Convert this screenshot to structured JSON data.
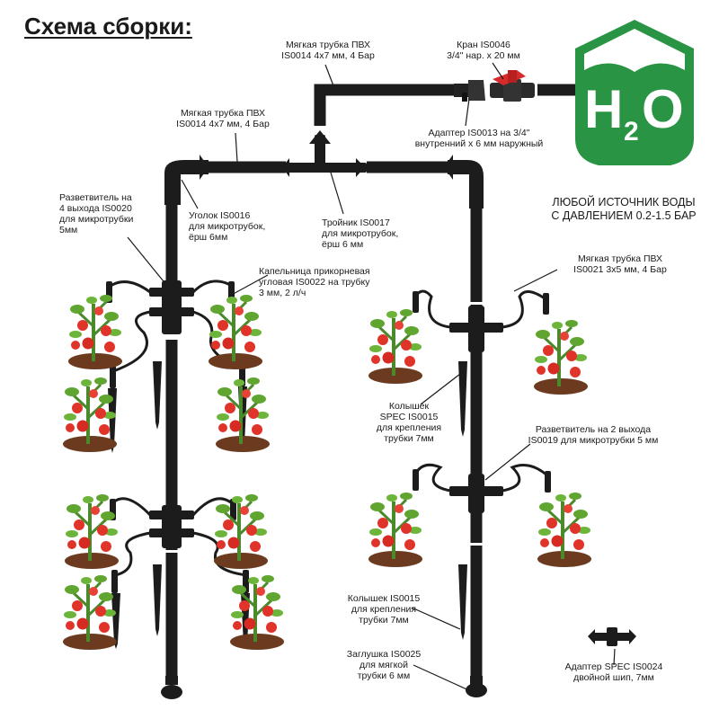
{
  "title": "Схема сборки:",
  "h2o": {
    "main": "H",
    "sub": "2",
    "tail": "O",
    "color": "#2a9445"
  },
  "source_note": "ЛЮБОЙ ИСТОЧНИК ВОДЫ\nС ДАВЛЕНИЕМ 0.2-1.5 БАР",
  "labels": {
    "tube_top": "Мягкая трубка ПВХ\nIS0014 4х7 мм, 4 Бар",
    "tap": "Кран IS0046\n3/4\" нар. х 20 мм",
    "adapter": "Адаптер IS0013 на 3/4\"\nвнутренний х 6 мм наружный",
    "tube_left": "Мягкая трубка ПВХ\nIS0014 4х7 мм, 4 Бар",
    "splitter4": "Разветвитель на\n4 выхода IS0020\nдля микротрубки\n5мм",
    "elbow": "Уголок IS0016\nдля микротрубок,\nёрш 6мм",
    "tee": "Тройник IS0017\nдля микротрубок,\nёрш 6 мм",
    "dripper": "Капельница прикорневая\nугловая IS0022 на трубку\n3 мм, 2 л/ч",
    "tube_micro": "Мягкая трубка ПВХ\nIS0021 3х5 мм,  4 Бар",
    "stake_spec": "Колышек\nSPEC IS0015\nдля крепления\nтрубки 7мм",
    "splitter2": "Разветвитель на 2 выхода\nIS0019 для микротрубки 5 мм",
    "stake": "Колышек IS0015\nдля крепления\nтрубки 7мм",
    "plug": "Заглушка IS0025\nдля мягкой\nтрубки 6 мм",
    "adapter_spec": "Адаптер SPEC IS0024\nдвойной шип, 7мм"
  }
}
